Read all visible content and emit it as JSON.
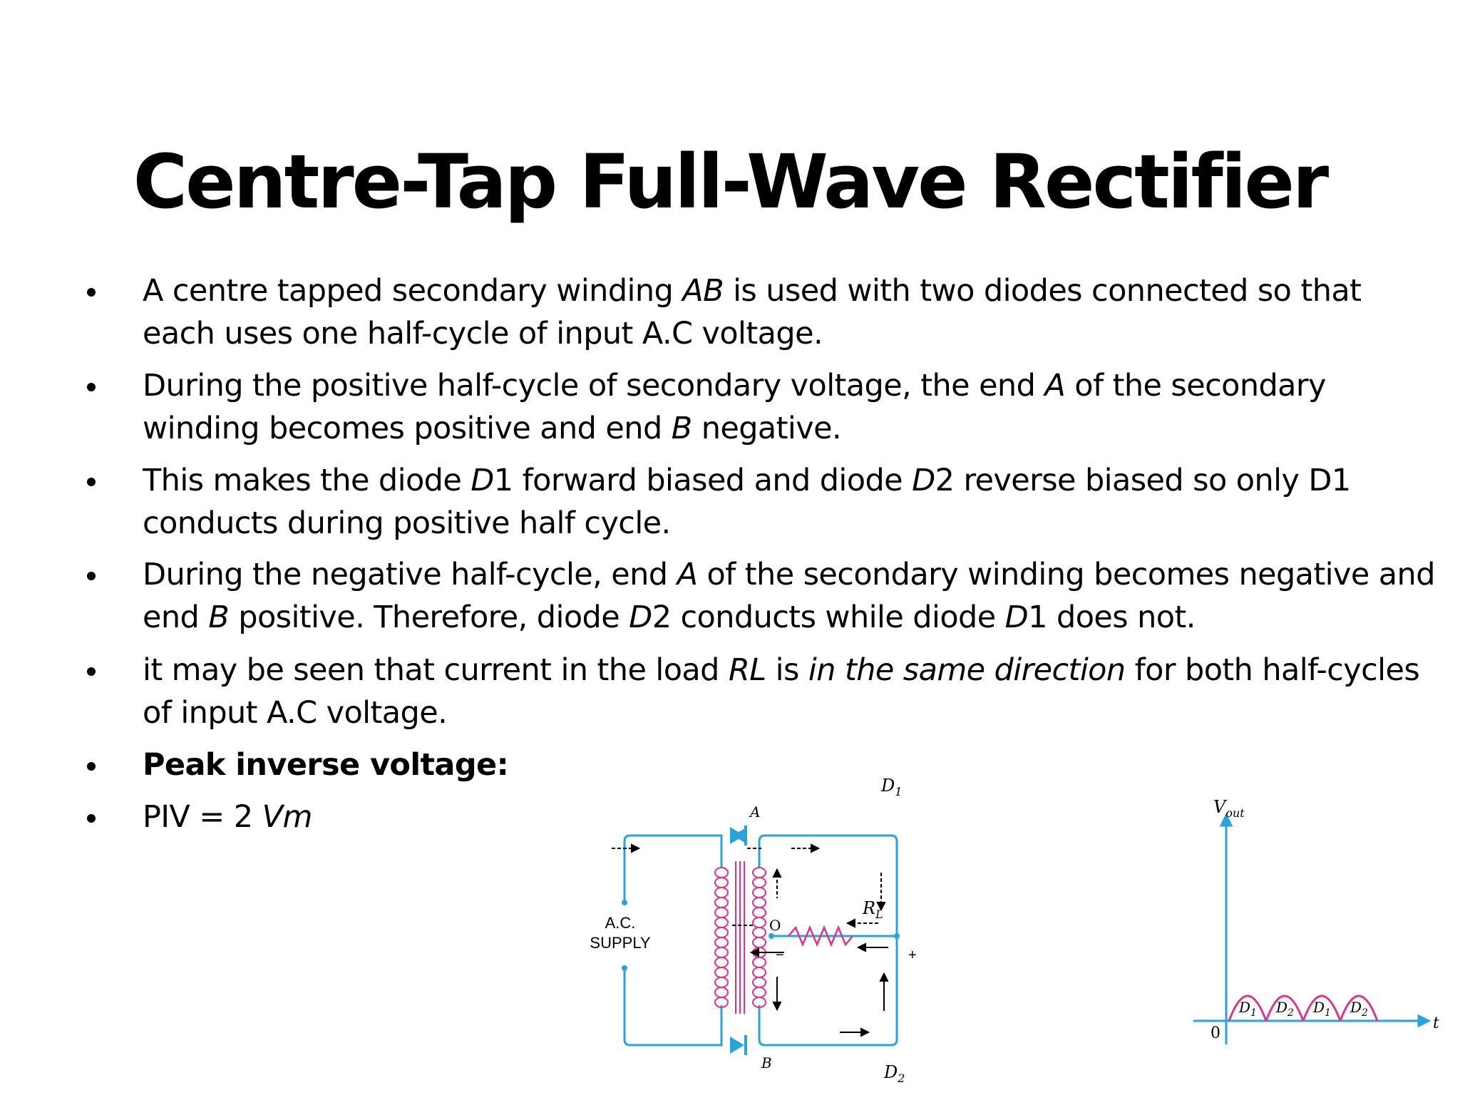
{
  "title": "Centre-Tap Full-Wave Rectifier",
  "bullets": [
    {
      "line1": [
        "A centre tapped secondary winding  ",
        {
          "i": "AB"
        },
        " is used with two diodes connected so that"
      ],
      "line2": [
        "each uses one half-cycle of input A.C voltage."
      ]
    },
    {
      "line1": [
        "During the positive half-cycle of secondary voltage, the end ",
        {
          "i": "A"
        },
        " of the secondary"
      ],
      "line2": [
        "winding becomes positive and end ",
        {
          "i": "B"
        },
        " negative."
      ]
    },
    {
      "line1": [
        "This makes the diode ",
        {
          "i": "D"
        },
        "1 forward biased and diode ",
        {
          "i": "D"
        },
        "2 reverse biased so only D1"
      ],
      "line2": [
        "conducts during positive half cycle."
      ]
    },
    {
      "line1": [
        "During the negative half-cycle, end ",
        {
          "i": "A"
        },
        " of the secondary winding becomes negative and"
      ],
      "line2": [
        "end ",
        {
          "i": "B"
        },
        " positive. Therefore, diode ",
        {
          "i": "D"
        },
        "2 conducts while diode ",
        {
          "i": "D"
        },
        "1 does not."
      ]
    },
    {
      "line1": [
        "it may be seen that current in the load ",
        {
          "i": "RL"
        },
        " is ",
        {
          "i": "in the same direction"
        },
        " for both half-cycles"
      ],
      "line2": [
        "of input A.C voltage."
      ]
    },
    {
      "bold": true,
      "line1": [
        "Peak inverse voltage:"
      ]
    },
    {
      "line1": [
        "PIV = 2 ",
        {
          "i": "Vm"
        }
      ]
    }
  ],
  "diagram": {
    "supply_label_1": "A.C.",
    "supply_label_2": "SUPPLY",
    "node_a": "A",
    "node_b": "B",
    "center_tap": "O",
    "diode1": "D",
    "diode1_sub": "1",
    "diode2": "D",
    "diode2_sub": "2",
    "resistor": "R",
    "resistor_sub": "L",
    "minus": "−",
    "plus": "+",
    "colors": {
      "wire": "#29a3dc",
      "winding": "#e0328a",
      "black": "#000000"
    }
  },
  "graph": {
    "y_axis": "V",
    "y_axis_sub": "out",
    "x_axis": "t",
    "origin": "0",
    "humps": [
      {
        "label": "D",
        "sub": "1"
      },
      {
        "label": "D",
        "sub": "2"
      },
      {
        "label": "D",
        "sub": "1"
      },
      {
        "label": "D",
        "sub": "2"
      }
    ]
  }
}
